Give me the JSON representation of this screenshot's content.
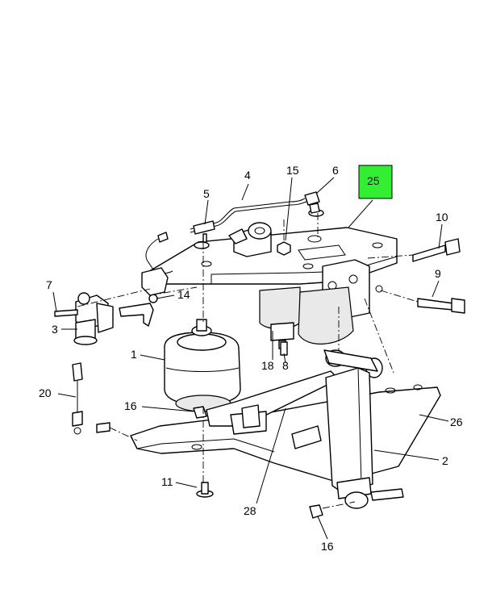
{
  "highlight_color": "#33ee33",
  "callouts": {
    "c1": "1",
    "c2": "2",
    "c3": "3",
    "c4": "4",
    "c5": "5",
    "c6": "6",
    "c7": "7",
    "c8": "8",
    "c9": "9",
    "c10": "10",
    "c11": "11",
    "c14": "14",
    "c15": "15",
    "c16a": "16",
    "c16b": "16",
    "c18": "18",
    "c20": "20",
    "c25": "25",
    "c26": "26",
    "c28": "28"
  }
}
